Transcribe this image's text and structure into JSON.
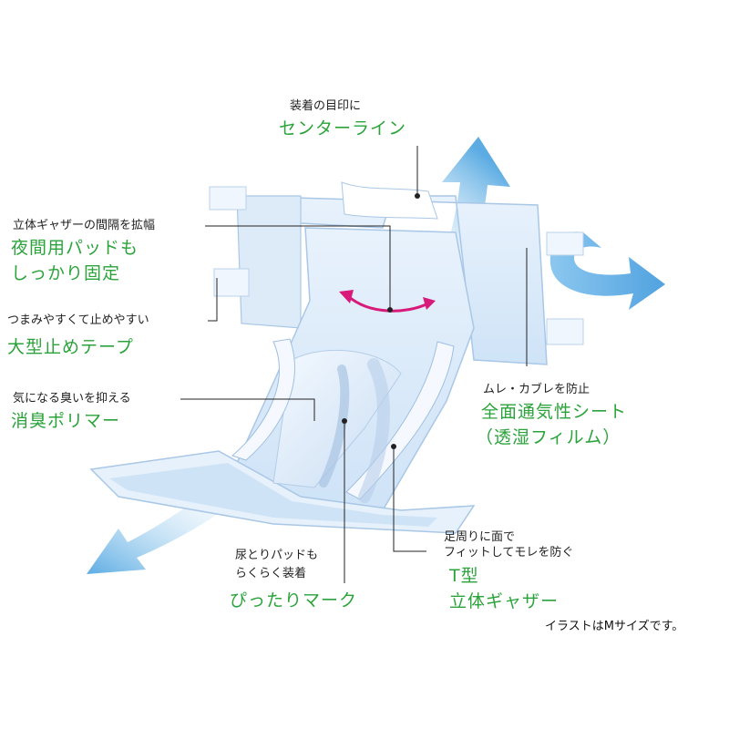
{
  "callouts": {
    "center_line": {
      "small": "装着の目印に",
      "green": "センターライン"
    },
    "gather_spacing": {
      "small": "立体ギャザーの間隔を拡幅",
      "green1": "夜間用パッドも",
      "green2": "しっかり固定"
    },
    "tape": {
      "small": "つまみやすくて止めやすい",
      "green": "大型止めテープ"
    },
    "odor": {
      "small": "気になる臭いを抑える",
      "green": "消臭ポリマー"
    },
    "breathable": {
      "small": "ムレ・カブレを防止",
      "green1": "全面通気性シート",
      "green2": "（透湿フィルム）"
    },
    "leg_gather": {
      "small1": "足周りに面で",
      "small2": "フィットしてモレを防ぐ",
      "green1": "T型",
      "green2": "立体ギャザー"
    },
    "pad_mark": {
      "small1": "尿とりパッドも",
      "small2": "らくらく装着",
      "green": "ぴったりマーク"
    }
  },
  "note": "イラストはMサイズです。",
  "colors": {
    "label_green": "#2aa33a",
    "arrow_pink": "#d81b7a",
    "arrow_blue": "#5aa9e6"
  }
}
